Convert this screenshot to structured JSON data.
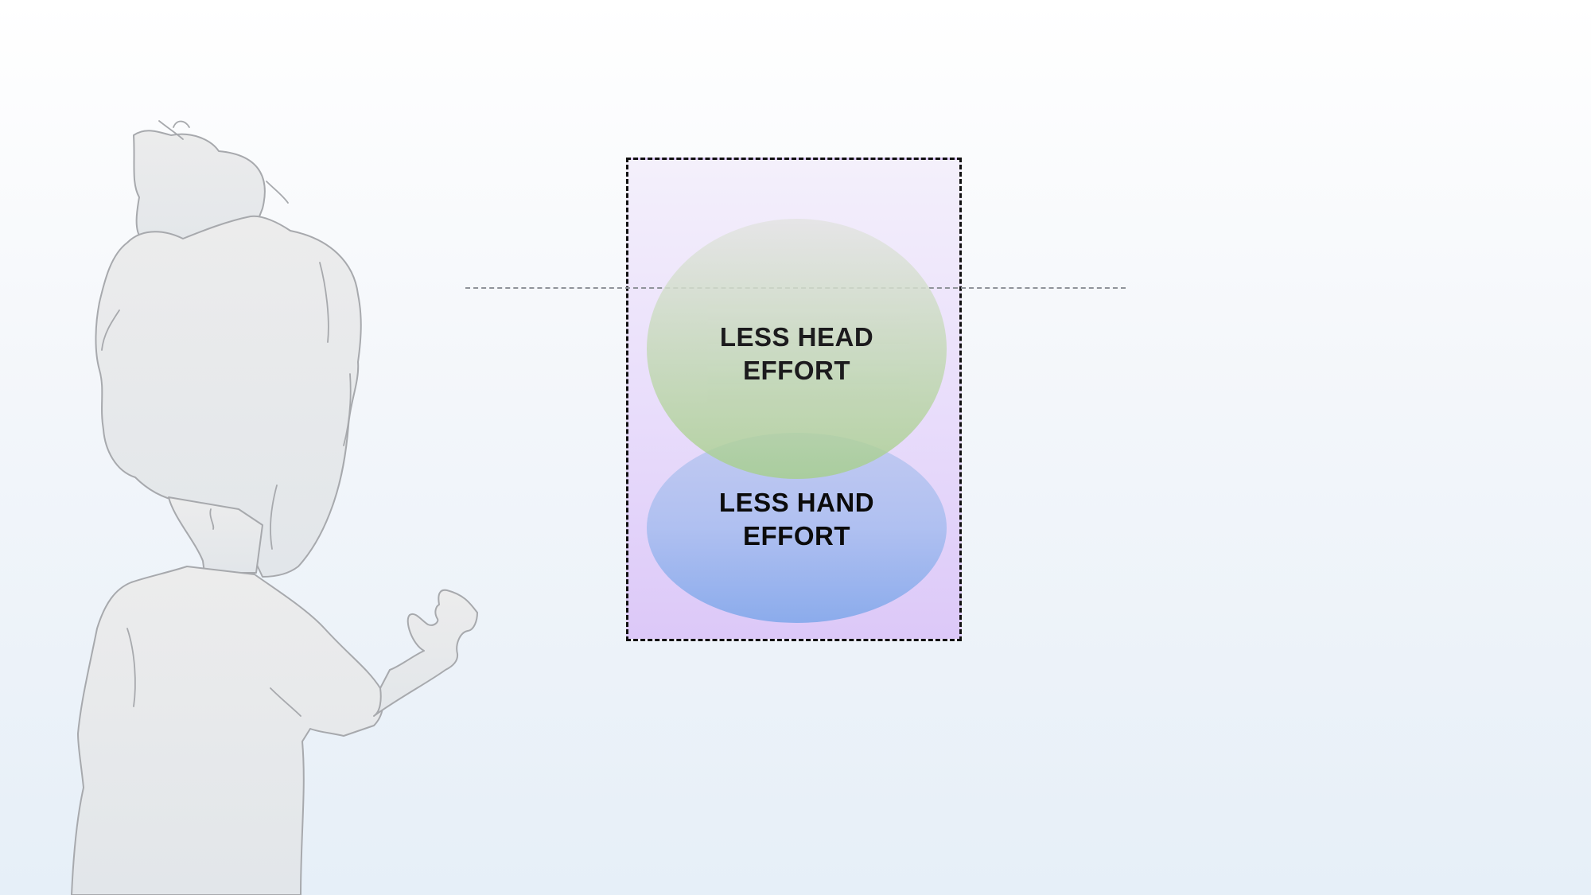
{
  "diagram": {
    "zones": [
      {
        "id": "head",
        "label": "LESS HEAD\nEFFORT",
        "color": "#b5d6a0"
      },
      {
        "id": "hand",
        "label": "LESS HAND\nEFFORT",
        "color": "#93b2ec"
      }
    ],
    "container_fill": "#e3d3fa",
    "guide_line": "eye-level"
  },
  "figure": {
    "description_icon": "person-silhouette-icon"
  }
}
